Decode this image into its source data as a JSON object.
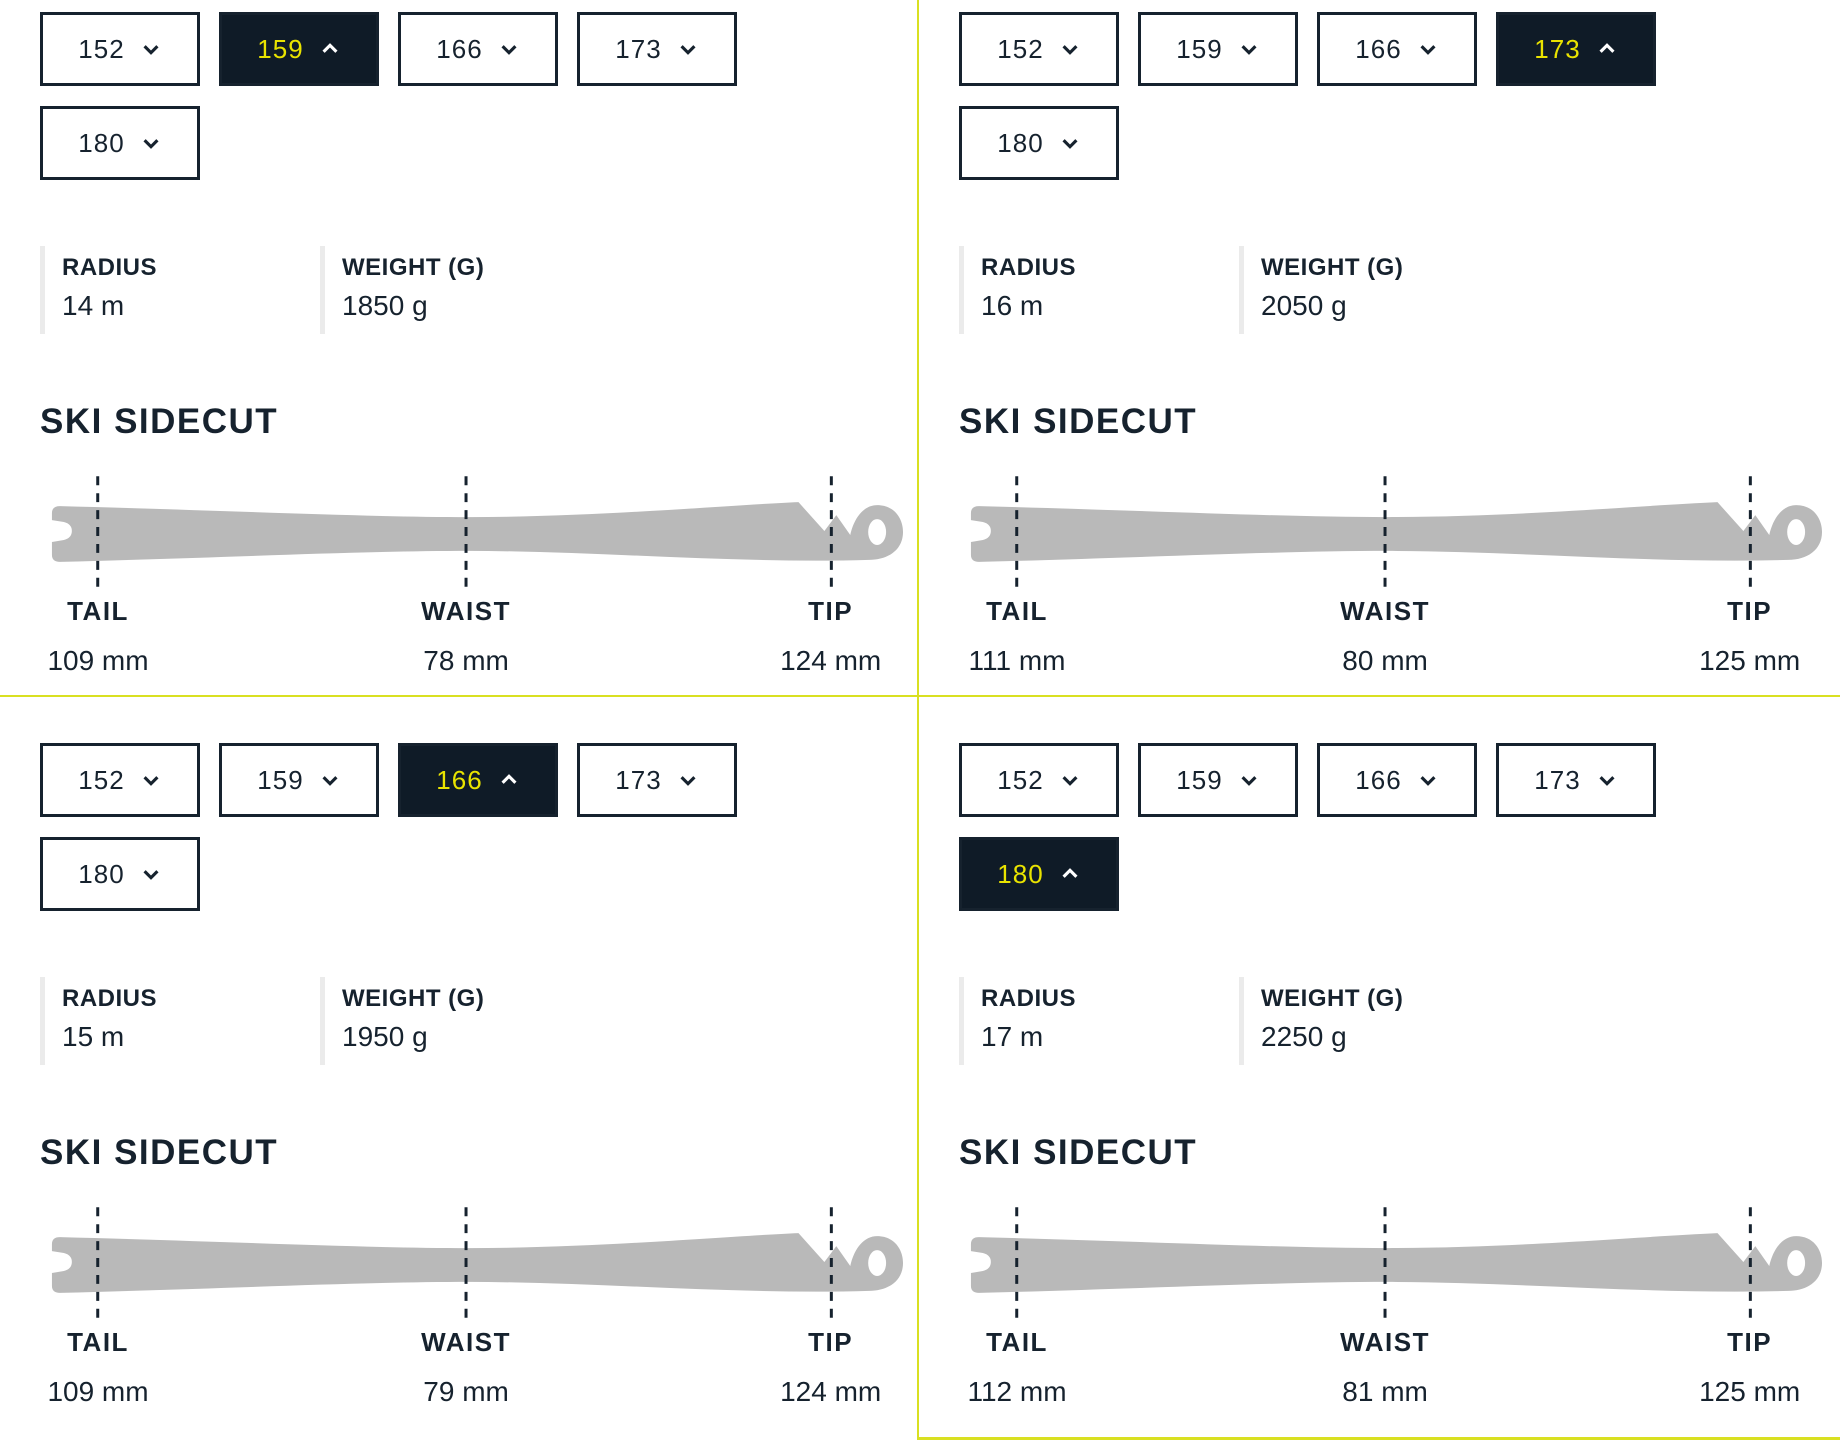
{
  "colors": {
    "text": "#16222e",
    "selected_background": "#0f1b27",
    "selected_text": "#e9e300",
    "divider": "#d9e021",
    "ski_fill": "#b9b9b9",
    "spec_bar": "#ebebeb"
  },
  "icons": {
    "collapsed": "chevron-down",
    "expanded": "chevron-up"
  },
  "quadrants": [
    {
      "sizes": [
        {
          "label": "152",
          "selected": false
        },
        {
          "label": "159",
          "selected": true
        },
        {
          "label": "166",
          "selected": false
        },
        {
          "label": "173",
          "selected": false
        },
        {
          "label": "180",
          "selected": false
        }
      ],
      "specs": [
        {
          "label": "RADIUS",
          "value": "14 m"
        },
        {
          "label": "WEIGHT (G)",
          "value": "1850 g"
        }
      ],
      "sidecut_title": "SKI SIDECUT",
      "sidecut": [
        {
          "label": "TAIL",
          "value": "109 mm"
        },
        {
          "label": "WAIST",
          "value": "78 mm"
        },
        {
          "label": "TIP",
          "value": "124 mm"
        }
      ]
    },
    {
      "sizes": [
        {
          "label": "152",
          "selected": false
        },
        {
          "label": "159",
          "selected": false
        },
        {
          "label": "166",
          "selected": false
        },
        {
          "label": "173",
          "selected": true
        },
        {
          "label": "180",
          "selected": false
        }
      ],
      "specs": [
        {
          "label": "RADIUS",
          "value": "16 m"
        },
        {
          "label": "WEIGHT (G)",
          "value": "2050 g"
        }
      ],
      "sidecut_title": "SKI SIDECUT",
      "sidecut": [
        {
          "label": "TAIL",
          "value": "111 mm"
        },
        {
          "label": "WAIST",
          "value": "80 mm"
        },
        {
          "label": "TIP",
          "value": "125 mm"
        }
      ]
    },
    {
      "sizes": [
        {
          "label": "152",
          "selected": false
        },
        {
          "label": "159",
          "selected": false
        },
        {
          "label": "166",
          "selected": true
        },
        {
          "label": "173",
          "selected": false
        },
        {
          "label": "180",
          "selected": false
        }
      ],
      "specs": [
        {
          "label": "RADIUS",
          "value": "15 m"
        },
        {
          "label": "WEIGHT (G)",
          "value": "1950 g"
        }
      ],
      "sidecut_title": "SKI SIDECUT",
      "sidecut": [
        {
          "label": "TAIL",
          "value": "109 mm"
        },
        {
          "label": "WAIST",
          "value": "79 mm"
        },
        {
          "label": "TIP",
          "value": "124 mm"
        }
      ]
    },
    {
      "sizes": [
        {
          "label": "152",
          "selected": false
        },
        {
          "label": "159",
          "selected": false
        },
        {
          "label": "166",
          "selected": false
        },
        {
          "label": "173",
          "selected": false
        },
        {
          "label": "180",
          "selected": true
        }
      ],
      "specs": [
        {
          "label": "RADIUS",
          "value": "17 m"
        },
        {
          "label": "WEIGHT (G)",
          "value": "2250 g"
        }
      ],
      "sidecut_title": "SKI SIDECUT",
      "sidecut": [
        {
          "label": "TAIL",
          "value": "112 mm"
        },
        {
          "label": "WAIST",
          "value": "81 mm"
        },
        {
          "label": "TIP",
          "value": "125 mm"
        }
      ]
    }
  ]
}
